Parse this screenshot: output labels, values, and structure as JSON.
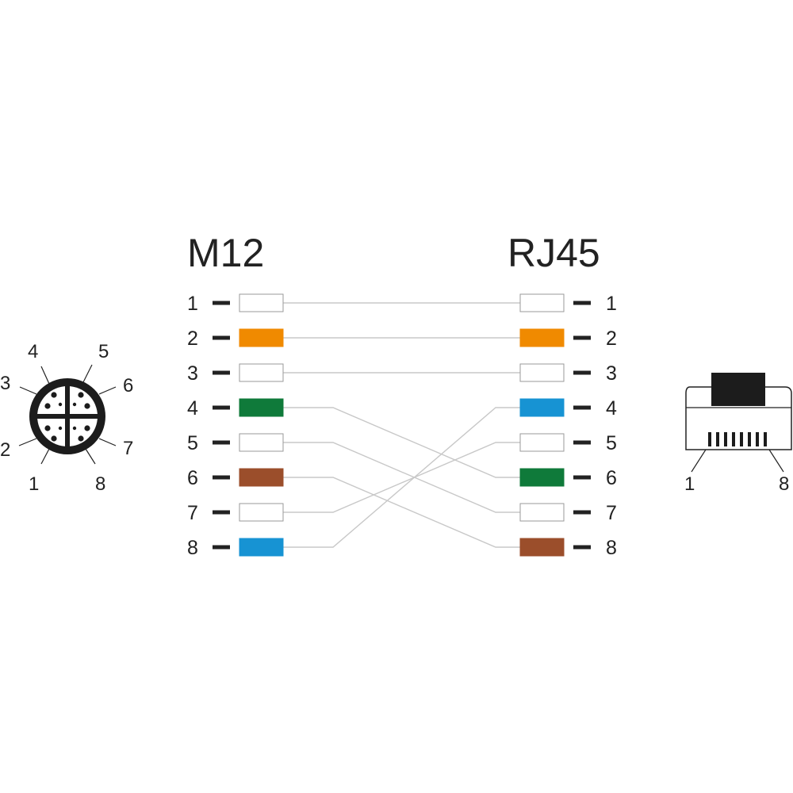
{
  "headings": {
    "left": "M12",
    "right": "RJ45"
  },
  "colors": {
    "white": "#ffffff",
    "orange": "#f08a00",
    "green": "#0f7a3a",
    "brown": "#9b4e2b",
    "blue": "#1793d3",
    "wire": "#c8c8c8",
    "ink": "#222222"
  },
  "m12_pins": [
    {
      "label": "1",
      "color": "white"
    },
    {
      "label": "2",
      "color": "orange"
    },
    {
      "label": "3",
      "color": "white"
    },
    {
      "label": "4",
      "color": "green"
    },
    {
      "label": "5",
      "color": "white"
    },
    {
      "label": "6",
      "color": "brown"
    },
    {
      "label": "7",
      "color": "white"
    },
    {
      "label": "8",
      "color": "blue"
    }
  ],
  "rj45_pins": [
    {
      "label": "1",
      "color": "white"
    },
    {
      "label": "2",
      "color": "orange"
    },
    {
      "label": "3",
      "color": "white"
    },
    {
      "label": "4",
      "color": "blue"
    },
    {
      "label": "5",
      "color": "white"
    },
    {
      "label": "6",
      "color": "green"
    },
    {
      "label": "7",
      "color": "white"
    },
    {
      "label": "8",
      "color": "brown"
    }
  ],
  "connections": [
    {
      "from": 1,
      "to": 1
    },
    {
      "from": 2,
      "to": 2
    },
    {
      "from": 3,
      "to": 3
    },
    {
      "from": 4,
      "to": 6
    },
    {
      "from": 5,
      "to": 7
    },
    {
      "from": 6,
      "to": 8
    },
    {
      "from": 7,
      "to": 5
    },
    {
      "from": 8,
      "to": 4
    }
  ],
  "m12_connector": {
    "pin_labels": [
      "1",
      "2",
      "3",
      "4",
      "5",
      "6",
      "7",
      "8"
    ]
  },
  "rj45_connector": {
    "pin_labels": [
      "1",
      "8"
    ]
  }
}
